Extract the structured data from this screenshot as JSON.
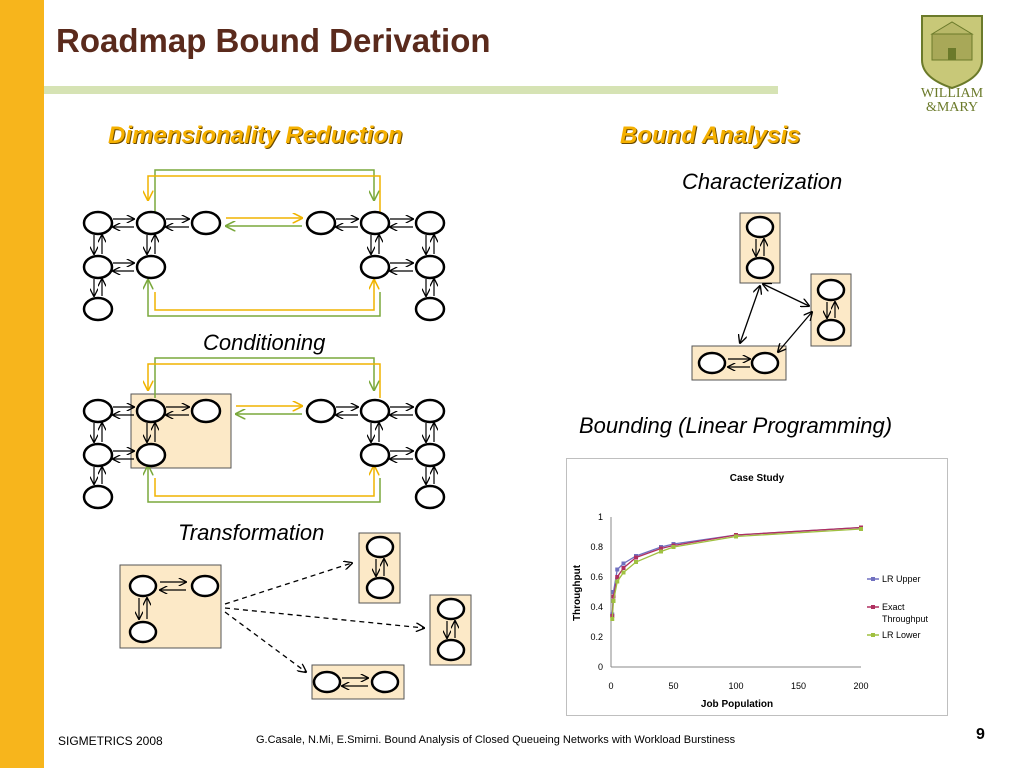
{
  "slide": {
    "title": "Roadmap Bound Derivation",
    "page_number": "9",
    "footer_left": "SIGMETRICS 2008",
    "footer_center": "G.Casale, N.Mi, E.Smirni. Bound Analysis of Closed Queueing Networks with Workload Burstiness"
  },
  "logo": {
    "line1": "WILLIAM",
    "line2": "&MARY"
  },
  "sections": {
    "dimensionality_reduction": "Dimensionality Reduction",
    "bound_analysis": "Bound Analysis",
    "conditioning": "Conditioning",
    "transformation": "Transformation",
    "characterization": "Characterization",
    "bounding": "Bounding (Linear Programming)"
  },
  "colors": {
    "accent_bar": "#f7b51c",
    "title": "#5a2a1c",
    "heading": "#f5b000",
    "box_fill": "#fce9c7",
    "arrow_green": "#7aa83c",
    "arrow_orange": "#f0b400"
  },
  "chart_data": {
    "type": "line",
    "title": "Case Study",
    "xlabel": "Job Population",
    "ylabel": "Throughput",
    "xlim": [
      0,
      200
    ],
    "ylim": [
      0,
      1
    ],
    "xticks": [
      "0",
      "50",
      "100",
      "150",
      "200"
    ],
    "yticks": [
      "0",
      "0.2",
      "0.4",
      "0.6",
      "0.8",
      "1"
    ],
    "x": [
      1,
      2,
      5,
      10,
      20,
      40,
      50,
      100,
      200
    ],
    "series": [
      {
        "name": "LR Upper",
        "color": "#7070c0",
        "values": [
          0.35,
          0.5,
          0.65,
          0.69,
          0.74,
          0.8,
          0.82,
          0.88,
          0.93
        ]
      },
      {
        "name": "Exact Throughput",
        "color": "#b03060",
        "values": [
          0.34,
          0.47,
          0.6,
          0.66,
          0.73,
          0.79,
          0.81,
          0.88,
          0.93
        ]
      },
      {
        "name": "LR Lower",
        "color": "#a0c040",
        "values": [
          0.32,
          0.44,
          0.57,
          0.63,
          0.7,
          0.77,
          0.8,
          0.87,
          0.92
        ]
      }
    ],
    "legend_position": "right"
  }
}
